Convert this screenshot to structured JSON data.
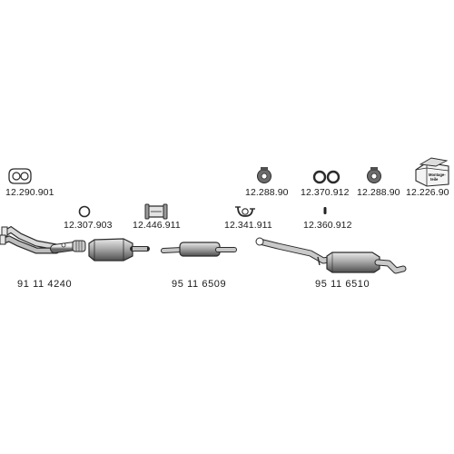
{
  "parts": {
    "gasket_top": "12.290.901",
    "ring_small": "12.307.903",
    "flange_clamp": "12.446.911",
    "u_clamp": "12.341.911",
    "pin_small": "12.360.912",
    "hanger_left": "12.288.90",
    "hanger_double": "12.370.912",
    "hanger_right": "12.288.90",
    "mounting_kit": "12.226.90",
    "front_pipe": "91 11 4240",
    "middle_silencer": "95 11 6509",
    "rear_silencer": "95 11 6510"
  },
  "mounting_kit_box_text": "Montage-teile",
  "colors": {
    "line": "#2b2b2b",
    "fill_light": "#d9d9d9",
    "fill_mid": "#a8a8a8",
    "fill_dark": "#6f6f6f"
  }
}
